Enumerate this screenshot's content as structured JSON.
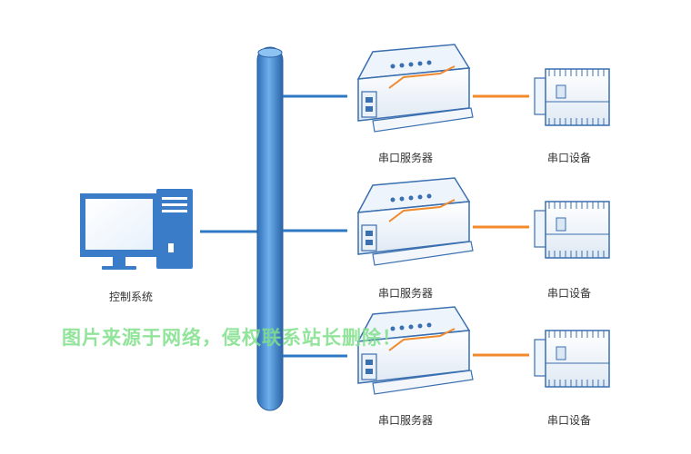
{
  "labels": {
    "control_system": "控制系统",
    "servers": [
      "串口服务器",
      "串口服务器",
      "串口服务器"
    ],
    "devices": [
      "串口设备",
      "串口设备",
      "串口设备"
    ]
  },
  "watermark": "图片来源于网络，侵权联系站长删除！",
  "colors": {
    "bus": "#4d94d6",
    "network_line": "#2f78c4",
    "serial_line": "#f08a2c",
    "equipment_stroke": "#3a6fb0"
  }
}
